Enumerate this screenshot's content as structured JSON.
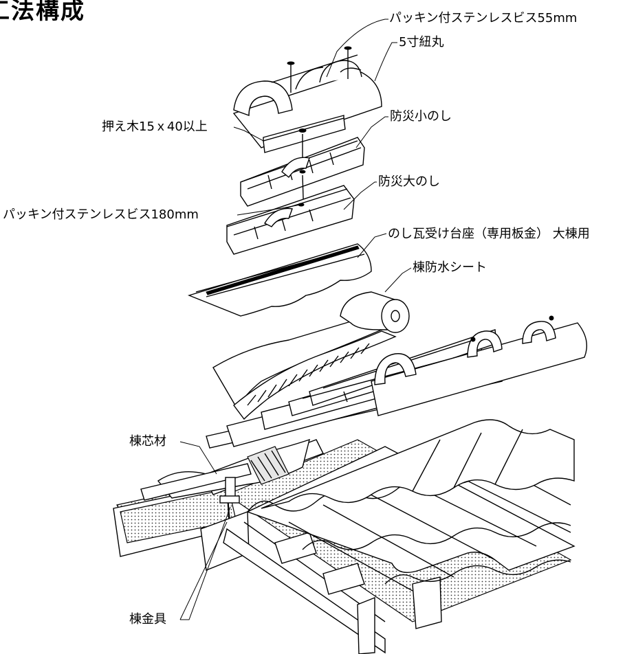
{
  "title": "工法構成",
  "labels": {
    "screw_55": "パッキン付ステンレスビス55mm",
    "himomaru": "5寸紐丸",
    "osaegi": "押え木15ｘ40以上",
    "small_noshi": "防災小のし",
    "large_noshi": "防災大のし",
    "screw_180": "パッキン付ステンレスビス180mm",
    "base_plate": "のし瓦受け台座（専用板金） 大棟用",
    "waterproof_sheet": "棟防水シート",
    "ridge_core": "棟芯材",
    "ridge_bracket": "棟金具"
  }
}
